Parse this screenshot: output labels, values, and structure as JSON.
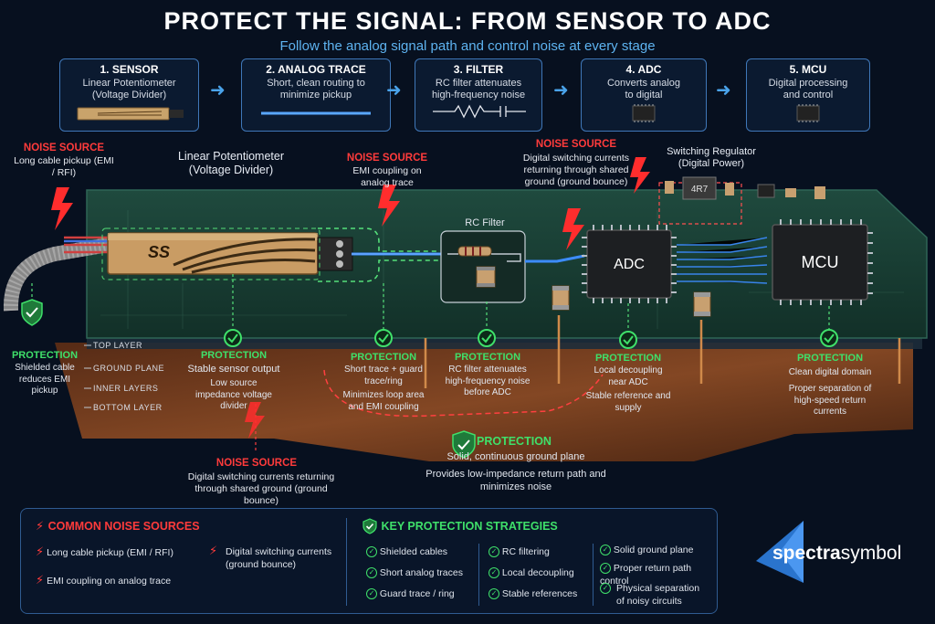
{
  "title": "PROTECT THE SIGNAL: FROM SENSOR TO ADC",
  "subtitle": "Follow the analog signal path and control noise at every stage",
  "steps": [
    {
      "title": "1. SENSOR",
      "desc": "Linear Potentiometer (Voltage Divider)"
    },
    {
      "title": "2. ANALOG TRACE",
      "desc": "Short, clean routing to minimize pickup"
    },
    {
      "title": "3. FILTER",
      "desc": "RC filter attenuates high-frequency noise"
    },
    {
      "title": "4. ADC",
      "desc": "Converts analog to digital"
    },
    {
      "title": "5. MCU",
      "desc": "Digital processing and control"
    }
  ],
  "board": {
    "sensor_label": "Linear Potentiometer (Voltage Divider)",
    "sensor_marking": "SS",
    "rc_filter_label": "RC Filter",
    "regulator_label": "Switching Regulator (Digital Power)",
    "regulator_marking": "4R7",
    "adc_label": "ADC",
    "mcu_label": "MCU",
    "layers": [
      "TOP LAYER",
      "GROUND PLANE",
      "INNER LAYERS",
      "BOTTOM LAYER"
    ]
  },
  "noise": {
    "title": "NOISE SOURCE",
    "cable": "Long cable pickup (EMI / RFI)",
    "trace": "EMI coupling on analog trace",
    "ground": "Digital switching currents returning through shared ground (ground bounce)",
    "bottom": "Digital switching currents returning through shared ground (ground bounce)"
  },
  "protection": {
    "title": "PROTECTION",
    "cable": "Shielded cable reduces EMI pickup",
    "sensor_1": "Stable sensor output",
    "sensor_2": "Low source impedance voltage divider",
    "trace_1": "Short trace + guard trace/ring",
    "trace_2": "Minimizes loop area and EMI coupling",
    "filter": "RC filter attenuates high-frequency noise before ADC",
    "adc_1": "Local decoupling near ADC",
    "adc_2": "Stable reference and supply",
    "mcu_1": "Clean digital domain",
    "mcu_2": "Proper separation of high-speed return currents",
    "ground_1": "Solid, continuous ground plane",
    "ground_2": "Provides low-impedance return path and minimizes noise"
  },
  "panel": {
    "noise_heading": "COMMON NOISE SOURCES",
    "noise_items": [
      "Long cable pickup (EMI / RFI)",
      "EMI coupling on analog trace",
      "Digital switching currents (ground bounce)"
    ],
    "strategy_heading": "KEY PROTECTION STRATEGIES",
    "strategy_col1": [
      "Shielded cables",
      "Short analog traces",
      "Guard trace / ring"
    ],
    "strategy_col2": [
      "RC filtering",
      "Local decoupling",
      "Stable references"
    ],
    "strategy_col3": [
      "Solid ground plane",
      "Proper return path control",
      "Physical separation of noisy circuits"
    ]
  },
  "logo": {
    "bold": "spectra",
    "light": "symbol"
  },
  "colors": {
    "noise": "#ff3b3b",
    "protection": "#3fe06a",
    "accent": "#4aa3ea",
    "board": "#1b3a30",
    "copper": "#7a3d1e"
  },
  "icons": [
    "lightning-bolt-icon",
    "shield-check-icon",
    "check-circle-icon",
    "arrow-right-icon"
  ]
}
